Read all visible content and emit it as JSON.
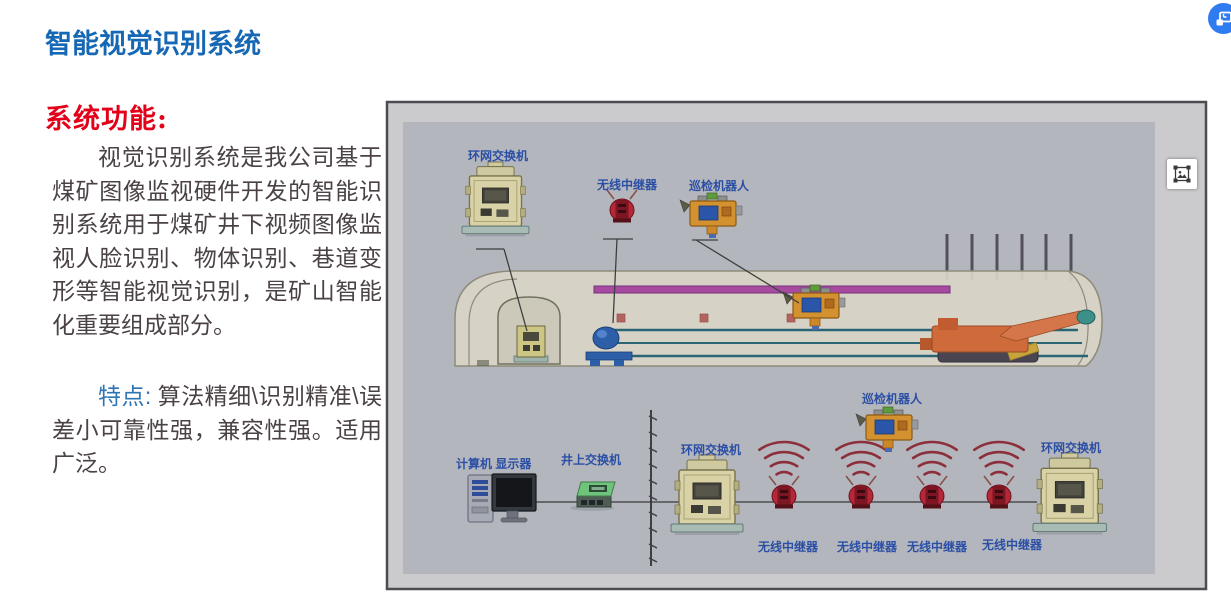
{
  "document": {
    "title": "智能视觉识别系统",
    "section": {
      "heading": "系统功能:",
      "paragraph1": "视觉识别系统是我公司基于煤矿图像监视硬件开发的智能识别系统用于煤矿井下视频图像监视人脸识别、物体识别、巷道变形等智能视觉识别，是矿山智能化重要组成部分。",
      "feature_label": "特点:",
      "feature_text": "算法精细\\识别精准\\误差小可靠性强，兼容性强。适用广泛。"
    }
  },
  "figure": {
    "underground": {
      "ring_switch_label": "环网交换机",
      "repeater_label": "无线中继器",
      "robot_label": "巡检机器人"
    },
    "surface": {
      "computer_label": "计算机 显示器",
      "surface_switch_label": "井上交换机",
      "ring_switch_left_label": "环网交换机",
      "robot_label": "巡检机器人",
      "repeater_labels": [
        "无线中继器",
        "无线中继器",
        "无线中继器",
        "无线中继器"
      ],
      "ring_switch_right_label": "环网交换机"
    }
  },
  "icons": {
    "image_handle": "image-icon",
    "corner_button": "picture-in-picture-icon"
  },
  "colors": {
    "title_blue": "#1668b4",
    "heading_red": "#e2001a",
    "feature_blue": "#2e74b5",
    "body_text": "#4a4244",
    "diagram_label_blue": "#2b4fa5",
    "frame_fill": "#cbcbce",
    "panel_fill": "#b3b6bd",
    "repeater_red": "#b42838",
    "enclosure_tan": "#d8d2a6",
    "rail_magenta": "#a64ba0",
    "corner_button_blue": "#2f7cf0"
  }
}
